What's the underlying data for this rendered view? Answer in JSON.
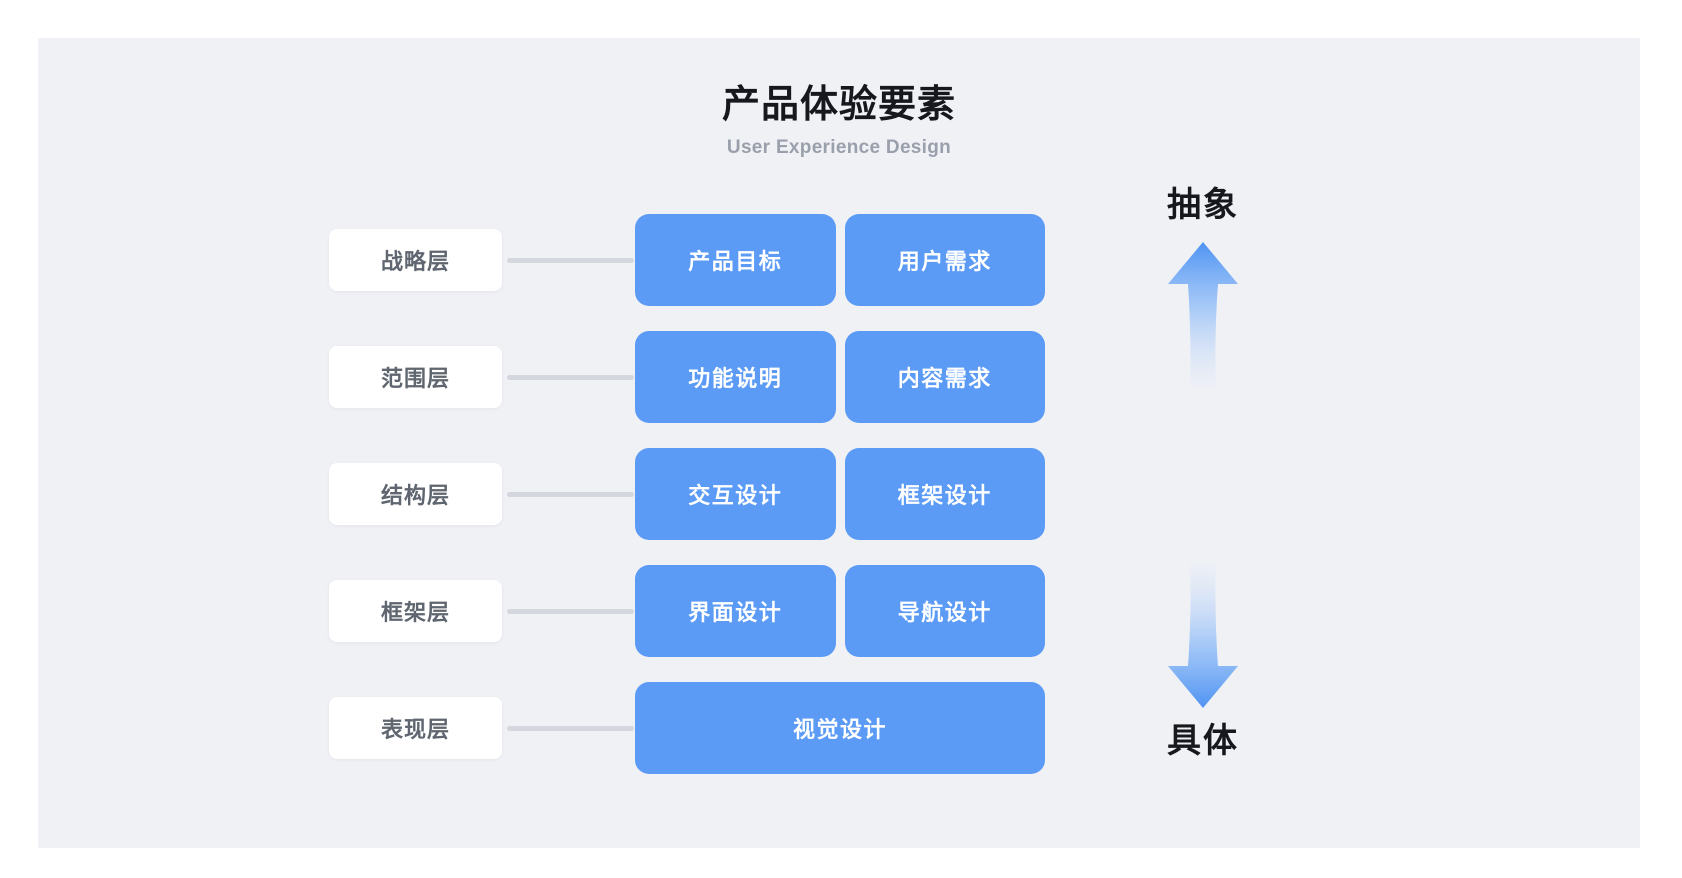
{
  "header": {
    "title": "产品体验要素",
    "subtitle": "User Experience Design"
  },
  "colors": {
    "page_background": "#ffffff",
    "card_background": "#f0f1f5",
    "cell_blue": "#5b9bf5",
    "chip_background": "#ffffff",
    "chip_text": "#5f6670",
    "connector": "#d4d7de",
    "title_text": "#16181d",
    "subtitle_text": "#9aa0ab"
  },
  "layers": [
    {
      "label": "战略层",
      "cells": [
        "产品目标",
        "用户需求"
      ]
    },
    {
      "label": "范围层",
      "cells": [
        "功能说明",
        "内容需求"
      ]
    },
    {
      "label": "结构层",
      "cells": [
        "交互设计",
        "框架设计"
      ]
    },
    {
      "label": "框架层",
      "cells": [
        "界面设计",
        "导航设计"
      ]
    },
    {
      "label": "表现层",
      "cells": [
        "视觉设计"
      ]
    }
  ],
  "axis": {
    "top_label": "抽象",
    "bottom_label": "具体",
    "up_arrow_icon": "arrow-up-icon",
    "down_arrow_icon": "arrow-down-icon"
  }
}
